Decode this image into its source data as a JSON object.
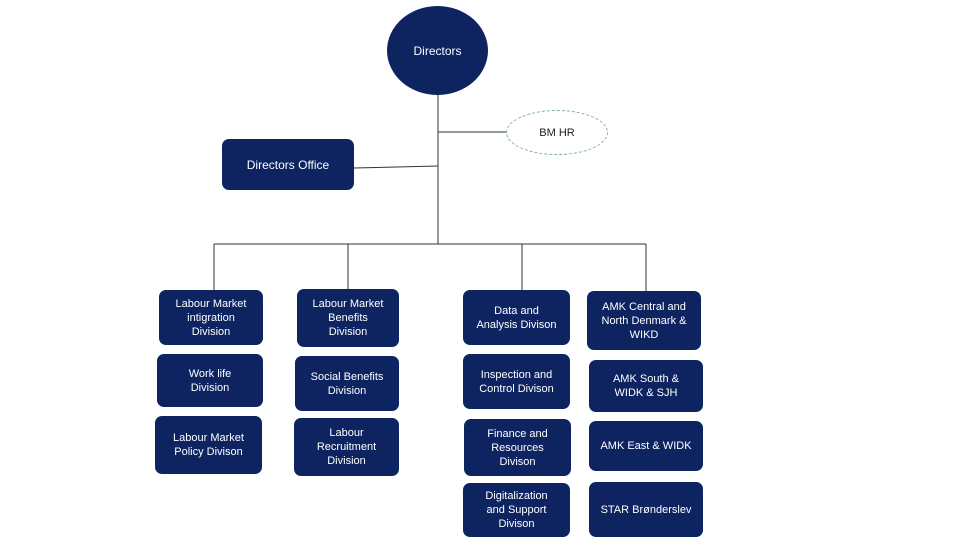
{
  "org_chart": {
    "directors": "Directors",
    "bm_hr": "BM HR",
    "directors_office": "Directors Office",
    "column_1": [
      "Labour Market\nintigration\nDivision",
      "Work life\nDivision",
      "Labour Market\nPolicy Divison"
    ],
    "column_2": [
      "Labour Market\nBenefits\nDivision",
      "Social Benefits\nDivision",
      "Labour\nRecruitment\nDivision"
    ],
    "column_3": [
      "Data and\nAnalysis Divison",
      "Inspection and\nControl Divison",
      "Finance and\nResources\nDivison",
      "Digitalization\nand Support\nDivison"
    ],
    "column_4": [
      "AMK Central and\nNorth Denmark &\nWIKD",
      "AMK South &\nWIDK & SJH",
      "AMK East & WIDK",
      "STAR Brønderslev"
    ]
  },
  "colors": {
    "node_fill": "#0d2461",
    "node_text": "#ffffff",
    "connector": "#333333",
    "bm_hr_border": "#7fb49c"
  }
}
